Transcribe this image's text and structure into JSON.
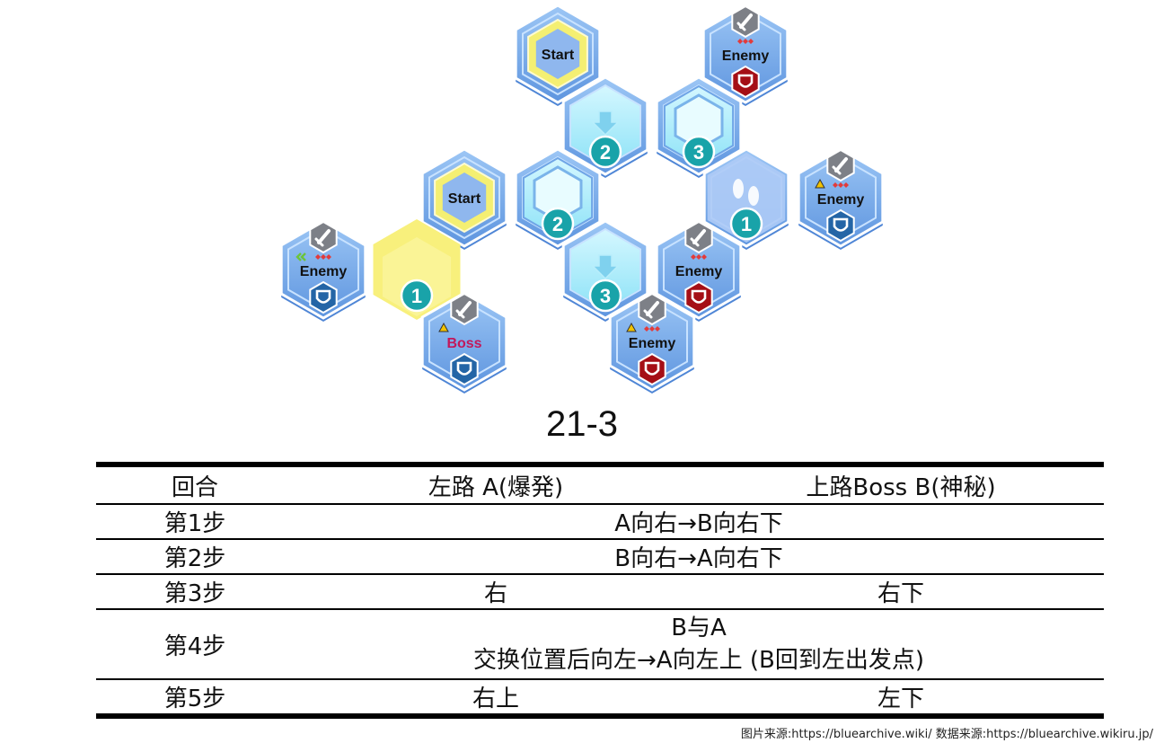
{
  "map": {
    "tiles": [
      {
        "kind": "start",
        "label": "Start"
      },
      {
        "kind": "enemy",
        "label": "Enemy",
        "warn": false,
        "arrows": false,
        "shield": "red"
      },
      {
        "kind": "arrow",
        "number": "2"
      },
      {
        "kind": "portal",
        "number": "3"
      },
      {
        "kind": "start",
        "label": "Start"
      },
      {
        "kind": "portal",
        "number": "2"
      },
      {
        "kind": "footsteps",
        "number": "1"
      },
      {
        "kind": "enemy",
        "label": "Enemy",
        "warn": true,
        "arrows": false,
        "shield": "blue"
      },
      {
        "kind": "enemy",
        "label": "Enemy",
        "warn": false,
        "arrows": true,
        "shield": "blue"
      },
      {
        "kind": "yellow",
        "number": "1"
      },
      {
        "kind": "arrow",
        "number": "3"
      },
      {
        "kind": "enemy",
        "label": "Enemy",
        "warn": false,
        "arrows": false,
        "shield": "red"
      },
      {
        "kind": "boss",
        "label": "Boss",
        "warn": true,
        "shield": "blue"
      },
      {
        "kind": "enemy",
        "label": "Enemy",
        "warn": true,
        "arrows": false,
        "shield": "red"
      }
    ],
    "colors": {
      "tile": "#7fb2f0",
      "tile_dark": "#4f86d6",
      "water": "#a9ecfb",
      "start": "#f4ef72",
      "badge": "#19a3a9",
      "red_shield": "#a50f16",
      "blue_shield": "#2465a6"
    }
  },
  "stage": {
    "title": "21-3"
  },
  "table": {
    "headers": {
      "round": "回合",
      "a": "左路 A(爆発)",
      "b": "上路Boss B(神秘)"
    },
    "rows": [
      {
        "round": "第1步",
        "both": "A向右→B向右下"
      },
      {
        "round": "第2步",
        "both": "B向右→A向右下"
      },
      {
        "round": "第3步",
        "a": "右",
        "b": "右下"
      },
      {
        "round": "第4步",
        "line1": "B与A",
        "line2": "交换位置后向左→A向左上 (B回到左出发点)"
      },
      {
        "round": "第5步",
        "a": "右上",
        "b": "左下"
      }
    ]
  },
  "credit": "图片来源:https://bluearchive.wiki/   数据来源:https://bluearchive.wikiru.jp/"
}
